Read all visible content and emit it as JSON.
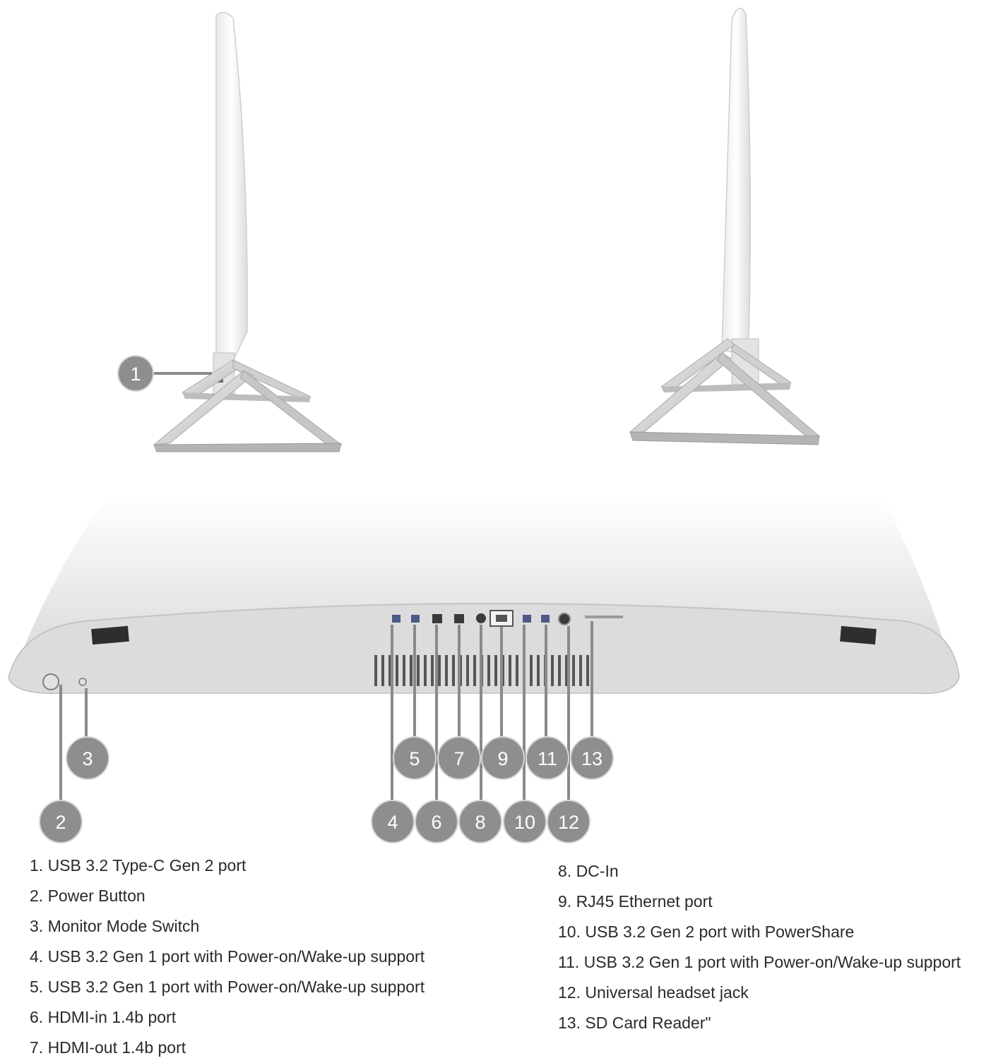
{
  "colors": {
    "callout_fill": "#8e8e8e",
    "callout_text": "#ffffff",
    "leader_line": "#8a8a8a",
    "device_body": "#dcdcdc",
    "legend_text": "#2a2a2a"
  },
  "views": {
    "side_left": {
      "callouts": [
        "1"
      ]
    },
    "side_right": {
      "callouts": []
    },
    "bottom": {
      "callouts": [
        "2",
        "3",
        "4",
        "5",
        "6",
        "7",
        "8",
        "9",
        "10",
        "11",
        "12",
        "13"
      ]
    }
  },
  "legend": {
    "left": [
      "1. USB 3.2 Type-C Gen 2 port",
      "2. Power Button",
      "3. Monitor Mode Switch",
      "4. USB 3.2 Gen 1 port with Power-on/Wake-up support",
      "5. USB 3.2 Gen 1 port with Power-on/Wake-up support",
      "6. HDMI-in 1.4b port",
      "7. HDMI-out 1.4b port"
    ],
    "right": [
      "8. DC-In",
      "9. RJ45 Ethernet port",
      "10. USB 3.2 Gen 2 port with PowerShare",
      "11. USB 3.2 Gen 1 port with Power-on/Wake-up support",
      "12. Universal headset jack",
      "13. SD Card Reader\""
    ]
  }
}
